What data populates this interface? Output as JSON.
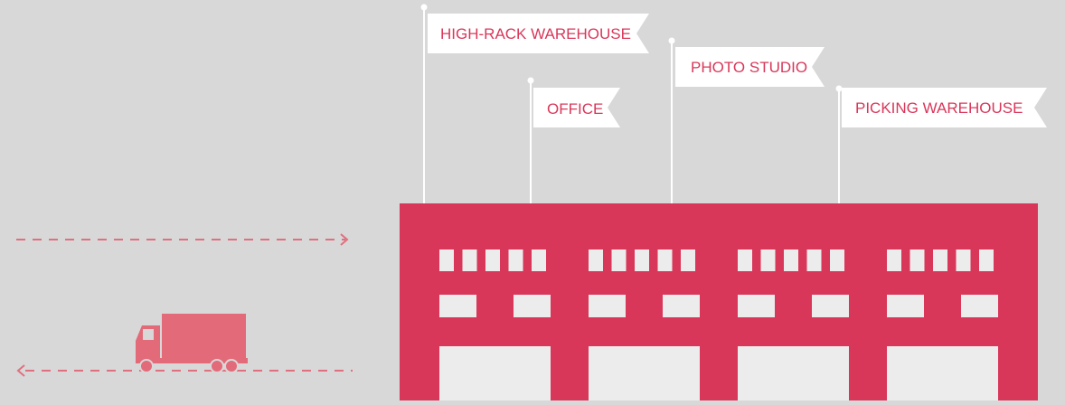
{
  "flags": [
    {
      "id": "high-rack-warehouse",
      "label": "HIGH-RACK WAREHOUSE"
    },
    {
      "id": "office",
      "label": "OFFICE"
    },
    {
      "id": "photo-studio",
      "label": "PHOTO STUDIO"
    },
    {
      "id": "picking-warehouse",
      "label": "PICKING WAREHOUSE"
    }
  ],
  "icons": {
    "truck": "delivery-truck-icon",
    "building": "warehouse-building-icon"
  },
  "colors": {
    "background": "#d8d8d8",
    "building": "#d9375a",
    "window": "#ececec",
    "flag_bg": "#ffffff",
    "flag_text": "#d9375a",
    "pole": "#ffffff",
    "arrow": "#e0707f",
    "truck": "#e36a79"
  }
}
